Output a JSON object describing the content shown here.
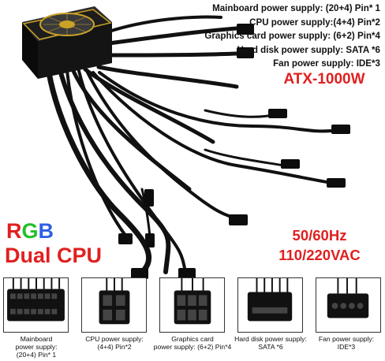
{
  "specs": [
    "Mainboard power supply: (20+4) Pin* 1",
    "CPU power supply:(4+4) Pin*2",
    "Graphics card power supply: (6+2) Pin*4",
    "Hard disk power supply: SATA *6",
    "Fan power supply: IDE*3"
  ],
  "model": "ATX-1000W",
  "rgb_letters": [
    "R",
    "G",
    "B"
  ],
  "dual_cpu": "Dual CPU",
  "frequency": "50/60Hz",
  "voltage": "110/220VAC",
  "connectors": [
    {
      "line1": "Mainboard",
      "line2": "power supply:",
      "line3": "(20+4) Pin* 1"
    },
    {
      "line1": "CPU power supply:",
      "line2": "(4+4) Pin*2",
      "line3": ""
    },
    {
      "line1": "Graphics card",
      "line2": "power supply: (6+2) Pin*4",
      "line3": ""
    },
    {
      "line1": "Hard disk power supply:",
      "line2": "SATA *6",
      "line3": ""
    },
    {
      "line1": "Fan power supply:",
      "line2": "IDE*3",
      "line3": ""
    }
  ],
  "colors": {
    "accent_red": "#e02020",
    "rgb_red": "#e02020",
    "rgb_green": "#22c02a",
    "rgb_blue": "#2f5fe6",
    "psu_body": "#141414",
    "fan_gold": "#c9a227"
  }
}
